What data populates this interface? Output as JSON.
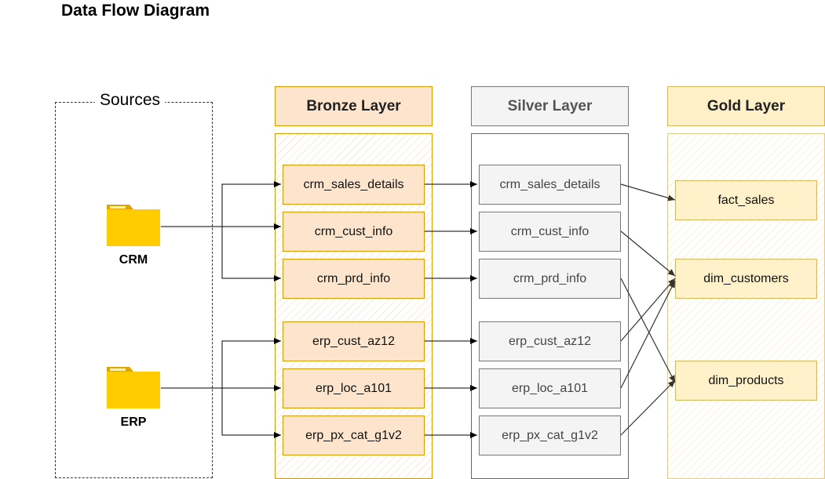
{
  "title": "Data Flow Diagram",
  "sources": {
    "label": "Sources",
    "items": [
      {
        "label": "CRM",
        "icon": "folder-icon"
      },
      {
        "label": "ERP",
        "icon": "folder-icon"
      }
    ]
  },
  "layers": {
    "bronze": {
      "title": "Bronze Layer",
      "tables": [
        "crm_sales_details",
        "crm_cust_info",
        "crm_prd_info",
        "erp_cust_az12",
        "erp_loc_a101",
        "erp_px_cat_g1v2"
      ]
    },
    "silver": {
      "title": "Silver Layer",
      "tables": [
        "crm_sales_details",
        "crm_cust_info",
        "crm_prd_info",
        "erp_cust_az12",
        "erp_loc_a101",
        "erp_px_cat_g1v2"
      ]
    },
    "gold": {
      "title": "Gold Layer",
      "tables": [
        "fact_sales",
        "dim_customers",
        "dim_products"
      ]
    }
  },
  "colors": {
    "bronze_fill": "#fde5cd",
    "bronze_border": "#d79b00",
    "silver_fill": "#f4f4f4",
    "silver_border": "#777777",
    "gold_fill": "#fff1c9",
    "gold_border": "#d8b65a",
    "folder": "#ffc800"
  }
}
